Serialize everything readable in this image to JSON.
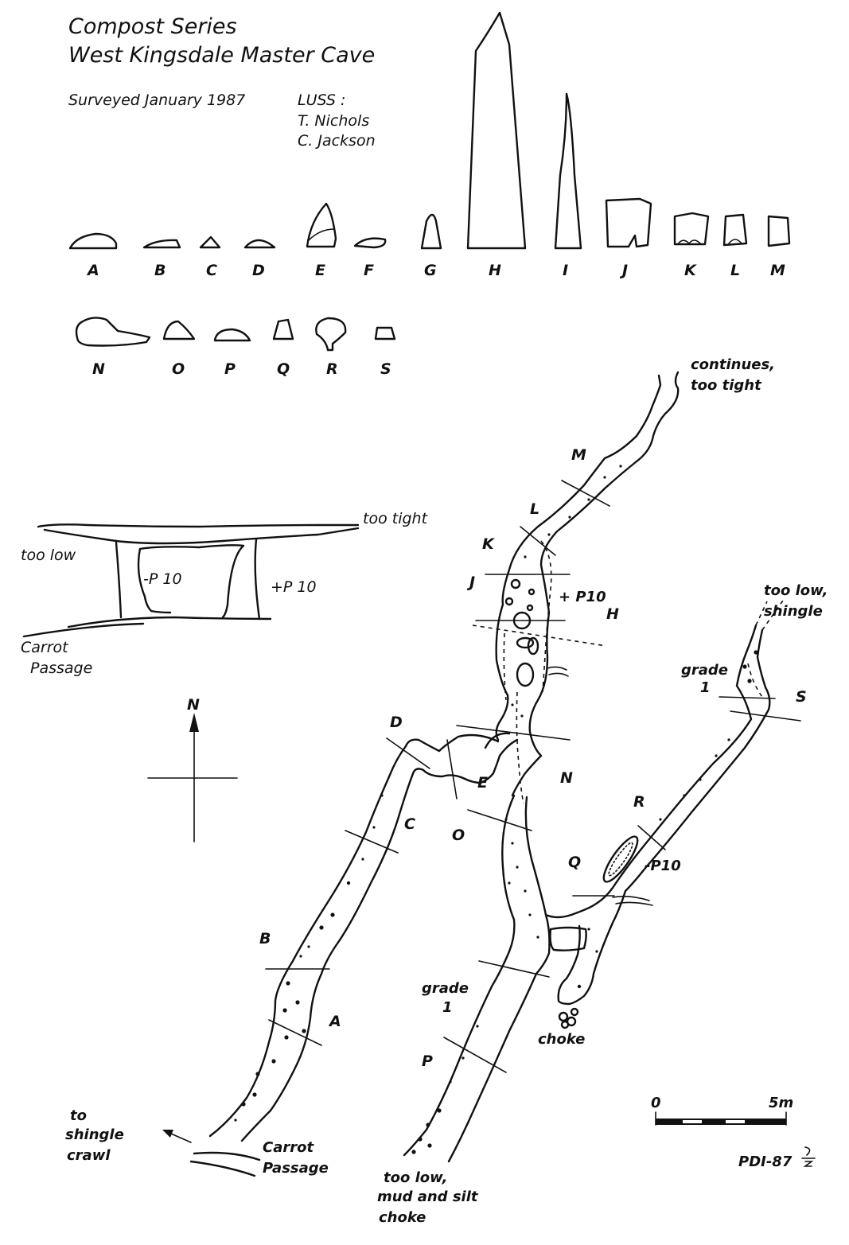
{
  "title": {
    "line1": "Compost Series",
    "line2": "West Kingsdale Master Cave"
  },
  "survey_info": {
    "surveyed": "Surveyed January 1987",
    "org": "LUSS :",
    "surveyor1": "T. Nichols",
    "surveyor2": "C. Jackson"
  },
  "cross_sections": {
    "row1": [
      "A",
      "B",
      "C",
      "D",
      "E",
      "F",
      "G",
      "H",
      "I",
      "J",
      "K",
      "L",
      "M"
    ],
    "row2": [
      "N",
      "O",
      "P",
      "Q",
      "R",
      "S"
    ]
  },
  "elevation": {
    "too_tight": "too tight",
    "too_low": "too low",
    "pitch_minus": "-P 10",
    "pitch_plus": "+P 10",
    "carrot_1": "Carrot",
    "carrot_2": "Passage"
  },
  "compass": {
    "north": "N"
  },
  "plan": {
    "continues_1": "continues,",
    "continues_2": "too tight",
    "too_low_shingle_1": "too low,",
    "too_low_shingle_2": "shingle",
    "grade_top_1": "grade",
    "grade_top_2": "1",
    "pitch_plus": "+ P10",
    "pitch_minus": "-P10",
    "grade_low_1": "grade",
    "grade_low_2": "1",
    "choke": "choke",
    "to_shingle_1": "to",
    "to_shingle_2": "shingle",
    "to_shingle_3": "crawl",
    "carrot_1": "Carrot",
    "carrot_2": "Passage",
    "mud_1": "too low,",
    "mud_2": "mud and silt",
    "mud_3": "choke"
  },
  "scale_bar": {
    "zero": "0",
    "max": "5m"
  },
  "drawing_ref": "PDI-87"
}
